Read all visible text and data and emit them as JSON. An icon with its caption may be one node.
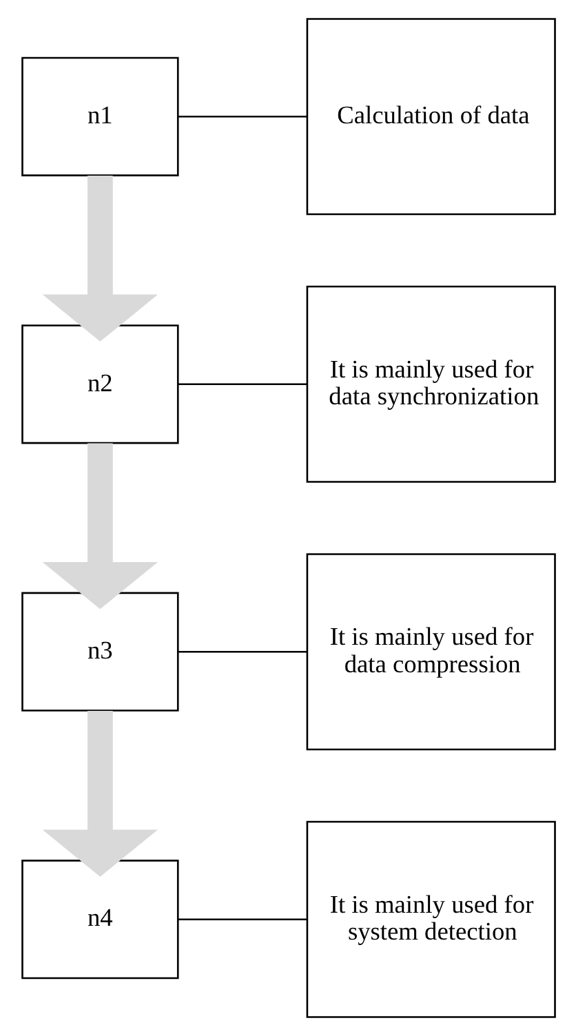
{
  "diagram": {
    "nodes": [
      {
        "text": [
          "n1"
        ]
      },
      {
        "text": [
          "Calculation of data"
        ]
      },
      {
        "text": [
          "n2"
        ]
      },
      {
        "text": [
          "It is mainly used for data synchronization"
        ]
      },
      {
        "text": [
          "n3"
        ]
      },
      {
        "text": [
          "It is mainly used for data compression"
        ]
      },
      {
        "text": [
          "n4"
        ]
      },
      {
        "text": [
          "It is mainly used for system detection"
        ]
      }
    ],
    "edges": [
      {
        "from": 0,
        "to": 1,
        "arrow": "none"
      },
      {
        "from": 0,
        "to": 2,
        "arrow": "to",
        "style": "thick",
        "color": "#d9d9d9"
      },
      {
        "from": 2,
        "to": 3,
        "arrow": "none"
      },
      {
        "from": 2,
        "to": 4,
        "arrow": "to",
        "style": "thick",
        "color": "#d9d9d9"
      },
      {
        "from": 4,
        "to": 5,
        "arrow": "none"
      },
      {
        "from": 4,
        "to": 6,
        "arrow": "to",
        "style": "thick",
        "color": "#d9d9d9"
      },
      {
        "from": 6,
        "to": 7,
        "arrow": "none"
      }
    ]
  }
}
